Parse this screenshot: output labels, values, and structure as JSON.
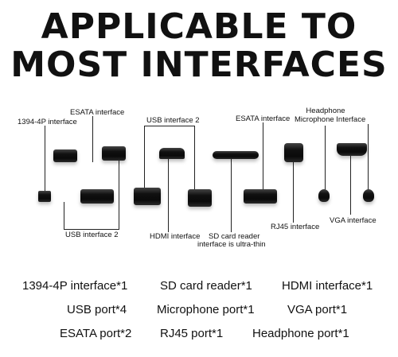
{
  "headline": {
    "line1": "APPLICABLE TO",
    "line2": "MOST INTERFACES"
  },
  "diagram_labels": {
    "p1394": "1394-4P interface",
    "esata_left": "ESATA interface",
    "usb2_top": "USB interface 2",
    "esata_right": "ESATA interface",
    "headphone": "Headphone",
    "microphone": "Microphone Interface",
    "usb2_bottom": "USB interface 2",
    "hdmi": "HDMI interface",
    "sd_line1": "SD card reader",
    "sd_line2": "interface is ultra-thin",
    "rj45": "RJ45 interface",
    "vga": "VGA interface"
  },
  "port_counts": [
    [
      "1394-4P interface*1",
      "SD card reader*1",
      "HDMI interface*1"
    ],
    [
      "USB port*4",
      "Microphone port*1",
      "VGA port*1"
    ],
    [
      "ESATA port*2",
      "RJ45 port*1",
      "Headphone port*1"
    ]
  ],
  "colors": {
    "text": "#111111",
    "plug": "#0a0a0a",
    "background": "#ffffff"
  }
}
